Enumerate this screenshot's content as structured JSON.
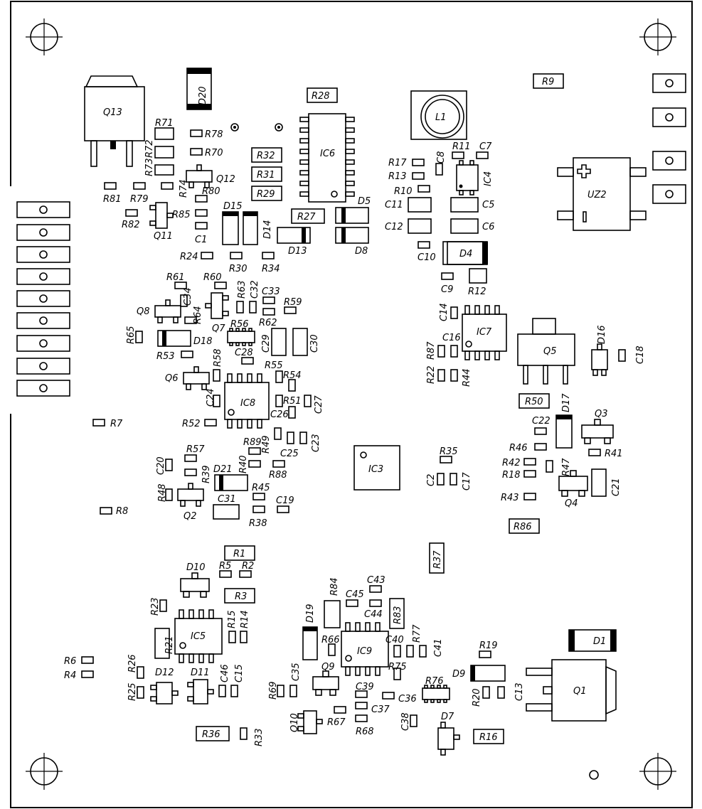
{
  "colors": {
    "background": "#ffffff",
    "ink": "#000000"
  },
  "icons": {
    "mounting_hole": "crosshair-circle-icon",
    "pin": "connector-pin-icon"
  },
  "labels": {
    "Q13": "Q13",
    "D20": "D20",
    "R28": "R28",
    "L1": "L1",
    "R9": "R9",
    "R71": "R71",
    "R78": "R78",
    "R72": "R72",
    "R70": "R70",
    "R32": "R32",
    "IC6": "IC6",
    "R73": "R73",
    "R31": "R31",
    "Q12": "Q12",
    "R74": "R74",
    "R80": "R80",
    "R29": "R29",
    "R81": "R81",
    "R79": "R79",
    "R82": "R82",
    "R85": "R85",
    "Q11": "Q11",
    "D15": "D15",
    "C1": "C1",
    "D14": "D14",
    "R27": "R27",
    "D13": "D13",
    "D5": "D5",
    "D8": "D8",
    "R11": "R11",
    "C7": "C7",
    "C8": "C8",
    "R17": "R17",
    "R13": "R13",
    "IC4": "IC4",
    "R10": "R10",
    "C11": "C11",
    "C5": "C5",
    "C12": "C12",
    "C6": "C6",
    "C10": "C10",
    "D4": "D4",
    "C9": "C9",
    "R12": "R12",
    "UZ2": "UZ2",
    "R24": "R24",
    "R30": "R30",
    "R34": "R34",
    "R61": "R61",
    "R60": "R60",
    "R63": "R63",
    "C32": "C32",
    "C33": "C33",
    "C34": "C34",
    "R59": "R59",
    "Q8": "Q8",
    "R64": "R64",
    "Q7": "Q7",
    "R62": "R62",
    "R65": "R65",
    "D18": "D18",
    "R56": "R56",
    "C29": "C29",
    "C30": "C30",
    "C28": "C28",
    "R53": "R53",
    "R58": "R58",
    "R55": "R55",
    "C14": "C14",
    "IC7": "IC7",
    "C16": "C16",
    "R87": "R87",
    "D16": "D16",
    "Q5": "Q5",
    "C18": "C18",
    "R22": "R22",
    "R44": "R44",
    "Q6": "Q6",
    "R54": "R54",
    "C24": "C24",
    "IC8": "IC8",
    "R51": "R51",
    "C27": "C27",
    "C26": "C26",
    "R50": "R50",
    "D17": "D17",
    "R7": "R7",
    "R52": "R52",
    "C22": "C22",
    "Q3": "Q3",
    "R49": "R49",
    "C23": "C23",
    "R89": "R89",
    "C25": "C25",
    "R40": "R40",
    "R57": "R57",
    "R46": "R46",
    "R41": "R41",
    "IC3": "IC3",
    "R35": "R35",
    "R47": "R47",
    "R42": "R42",
    "C20": "C20",
    "R39": "R39",
    "R88": "R88",
    "D21": "D21",
    "R18": "R18",
    "C2": "C2",
    "C17": "C17",
    "C21": "C21",
    "R48": "R48",
    "R45": "R45",
    "C31": "C31",
    "C19": "C19",
    "R43": "R43",
    "Q4": "Q4",
    "R8": "R8",
    "Q2": "Q2",
    "R38": "R38",
    "R86": "R86",
    "R1": "R1",
    "R37": "R37",
    "D10": "D10",
    "R5": "R5",
    "R2": "R2",
    "R3": "R3",
    "R84": "R84",
    "C43": "C43",
    "C45": "C45",
    "R23": "R23",
    "D19": "D19",
    "R83": "R83",
    "C44": "C44",
    "IC5": "IC5",
    "R15": "R15",
    "R14": "R14",
    "R77": "R77",
    "R21": "R21",
    "R66": "R66",
    "C40": "C40",
    "C41": "C41",
    "IC9": "IC9",
    "D1": "D1",
    "R19": "R19",
    "R6": "R6",
    "R26": "R26",
    "R4": "R4",
    "D12": "D12",
    "D11": "D11",
    "C46": "C46",
    "C15": "C15",
    "C35": "C35",
    "Q9": "Q9",
    "R75": "R75",
    "D9": "D9",
    "C39": "C39",
    "C36": "C36",
    "R76": "R76",
    "R25": "R25",
    "R69": "R69",
    "R20": "R20",
    "C13": "C13",
    "Q1": "Q1",
    "C37": "C37",
    "Q10": "Q10",
    "R67": "R67",
    "C38": "C38",
    "D7": "D7",
    "R68": "R68",
    "R36": "R36",
    "R33": "R33",
    "R16": "R16"
  }
}
